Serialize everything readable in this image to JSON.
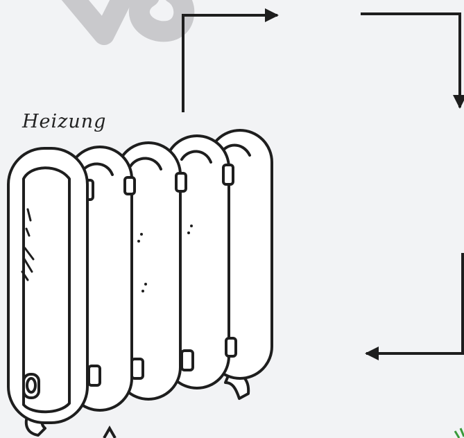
{
  "diagram": {
    "radiator_label": "Heizung"
  },
  "colors": {
    "background": "#f2f3f5",
    "stroke": "#1e1e1e",
    "watermark": "#c9c9cc",
    "accent_green": "#3a9a3a"
  },
  "icons": {
    "radiator": "radiator-illustration",
    "watermark": "watermark-letters"
  }
}
